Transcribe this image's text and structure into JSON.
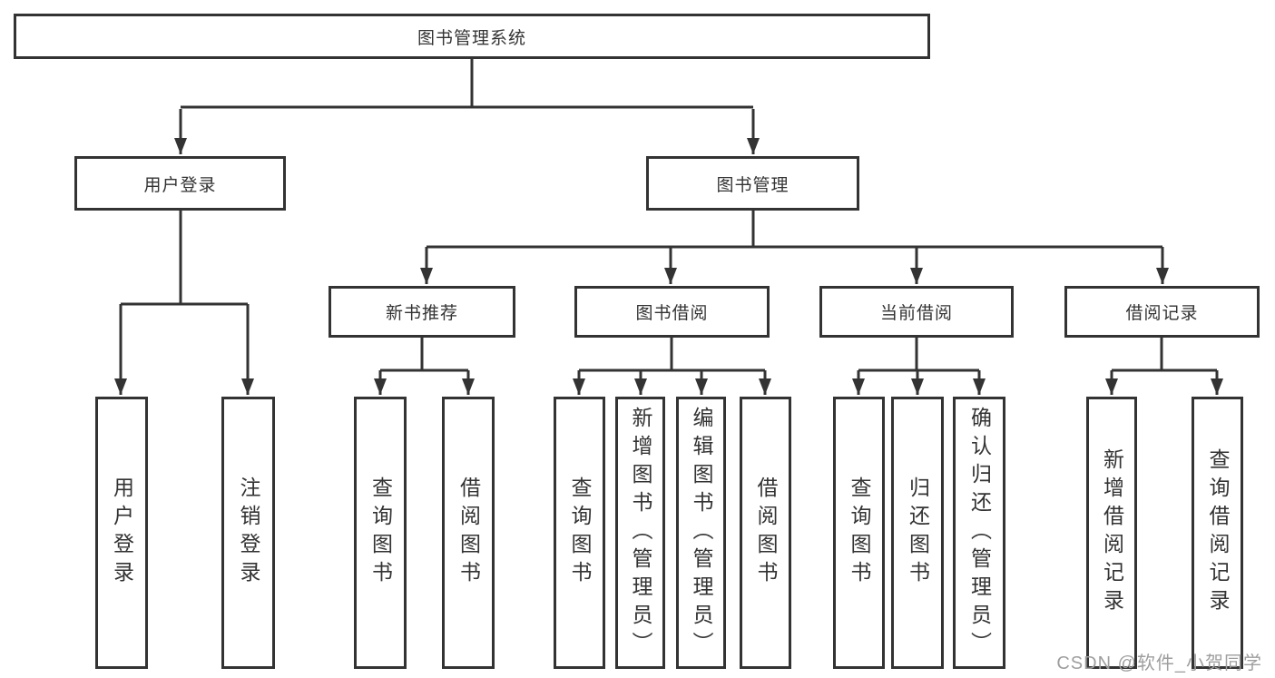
{
  "tree": {
    "label": "图书管理系统",
    "children": [
      {
        "label": "用户登录",
        "children": [
          {
            "label": "用户登录"
          },
          {
            "label": "注销登录"
          }
        ]
      },
      {
        "label": "图书管理",
        "children": [
          {
            "label": "新书推荐",
            "children": [
              {
                "label": "查询图书"
              },
              {
                "label": "借阅图书"
              }
            ]
          },
          {
            "label": "图书借阅",
            "children": [
              {
                "label": "查询图书"
              },
              {
                "label": "新增图书（管理员）"
              },
              {
                "label": "编辑图书（管理员）"
              },
              {
                "label": "借阅图书"
              }
            ]
          },
          {
            "label": "当前借阅",
            "children": [
              {
                "label": "查询图书"
              },
              {
                "label": "归还图书"
              },
              {
                "label": "确认归还（管理员）"
              }
            ]
          },
          {
            "label": "借阅记录",
            "children": [
              {
                "label": "新增借阅记录"
              },
              {
                "label": "查询借阅记录"
              }
            ]
          }
        ]
      }
    ]
  },
  "watermark": "CSDN @软件_小贺同学",
  "colors": {
    "line": "#333333",
    "text": "#333333",
    "watermark": "#9e9e9e",
    "background": "#ffffff"
  }
}
